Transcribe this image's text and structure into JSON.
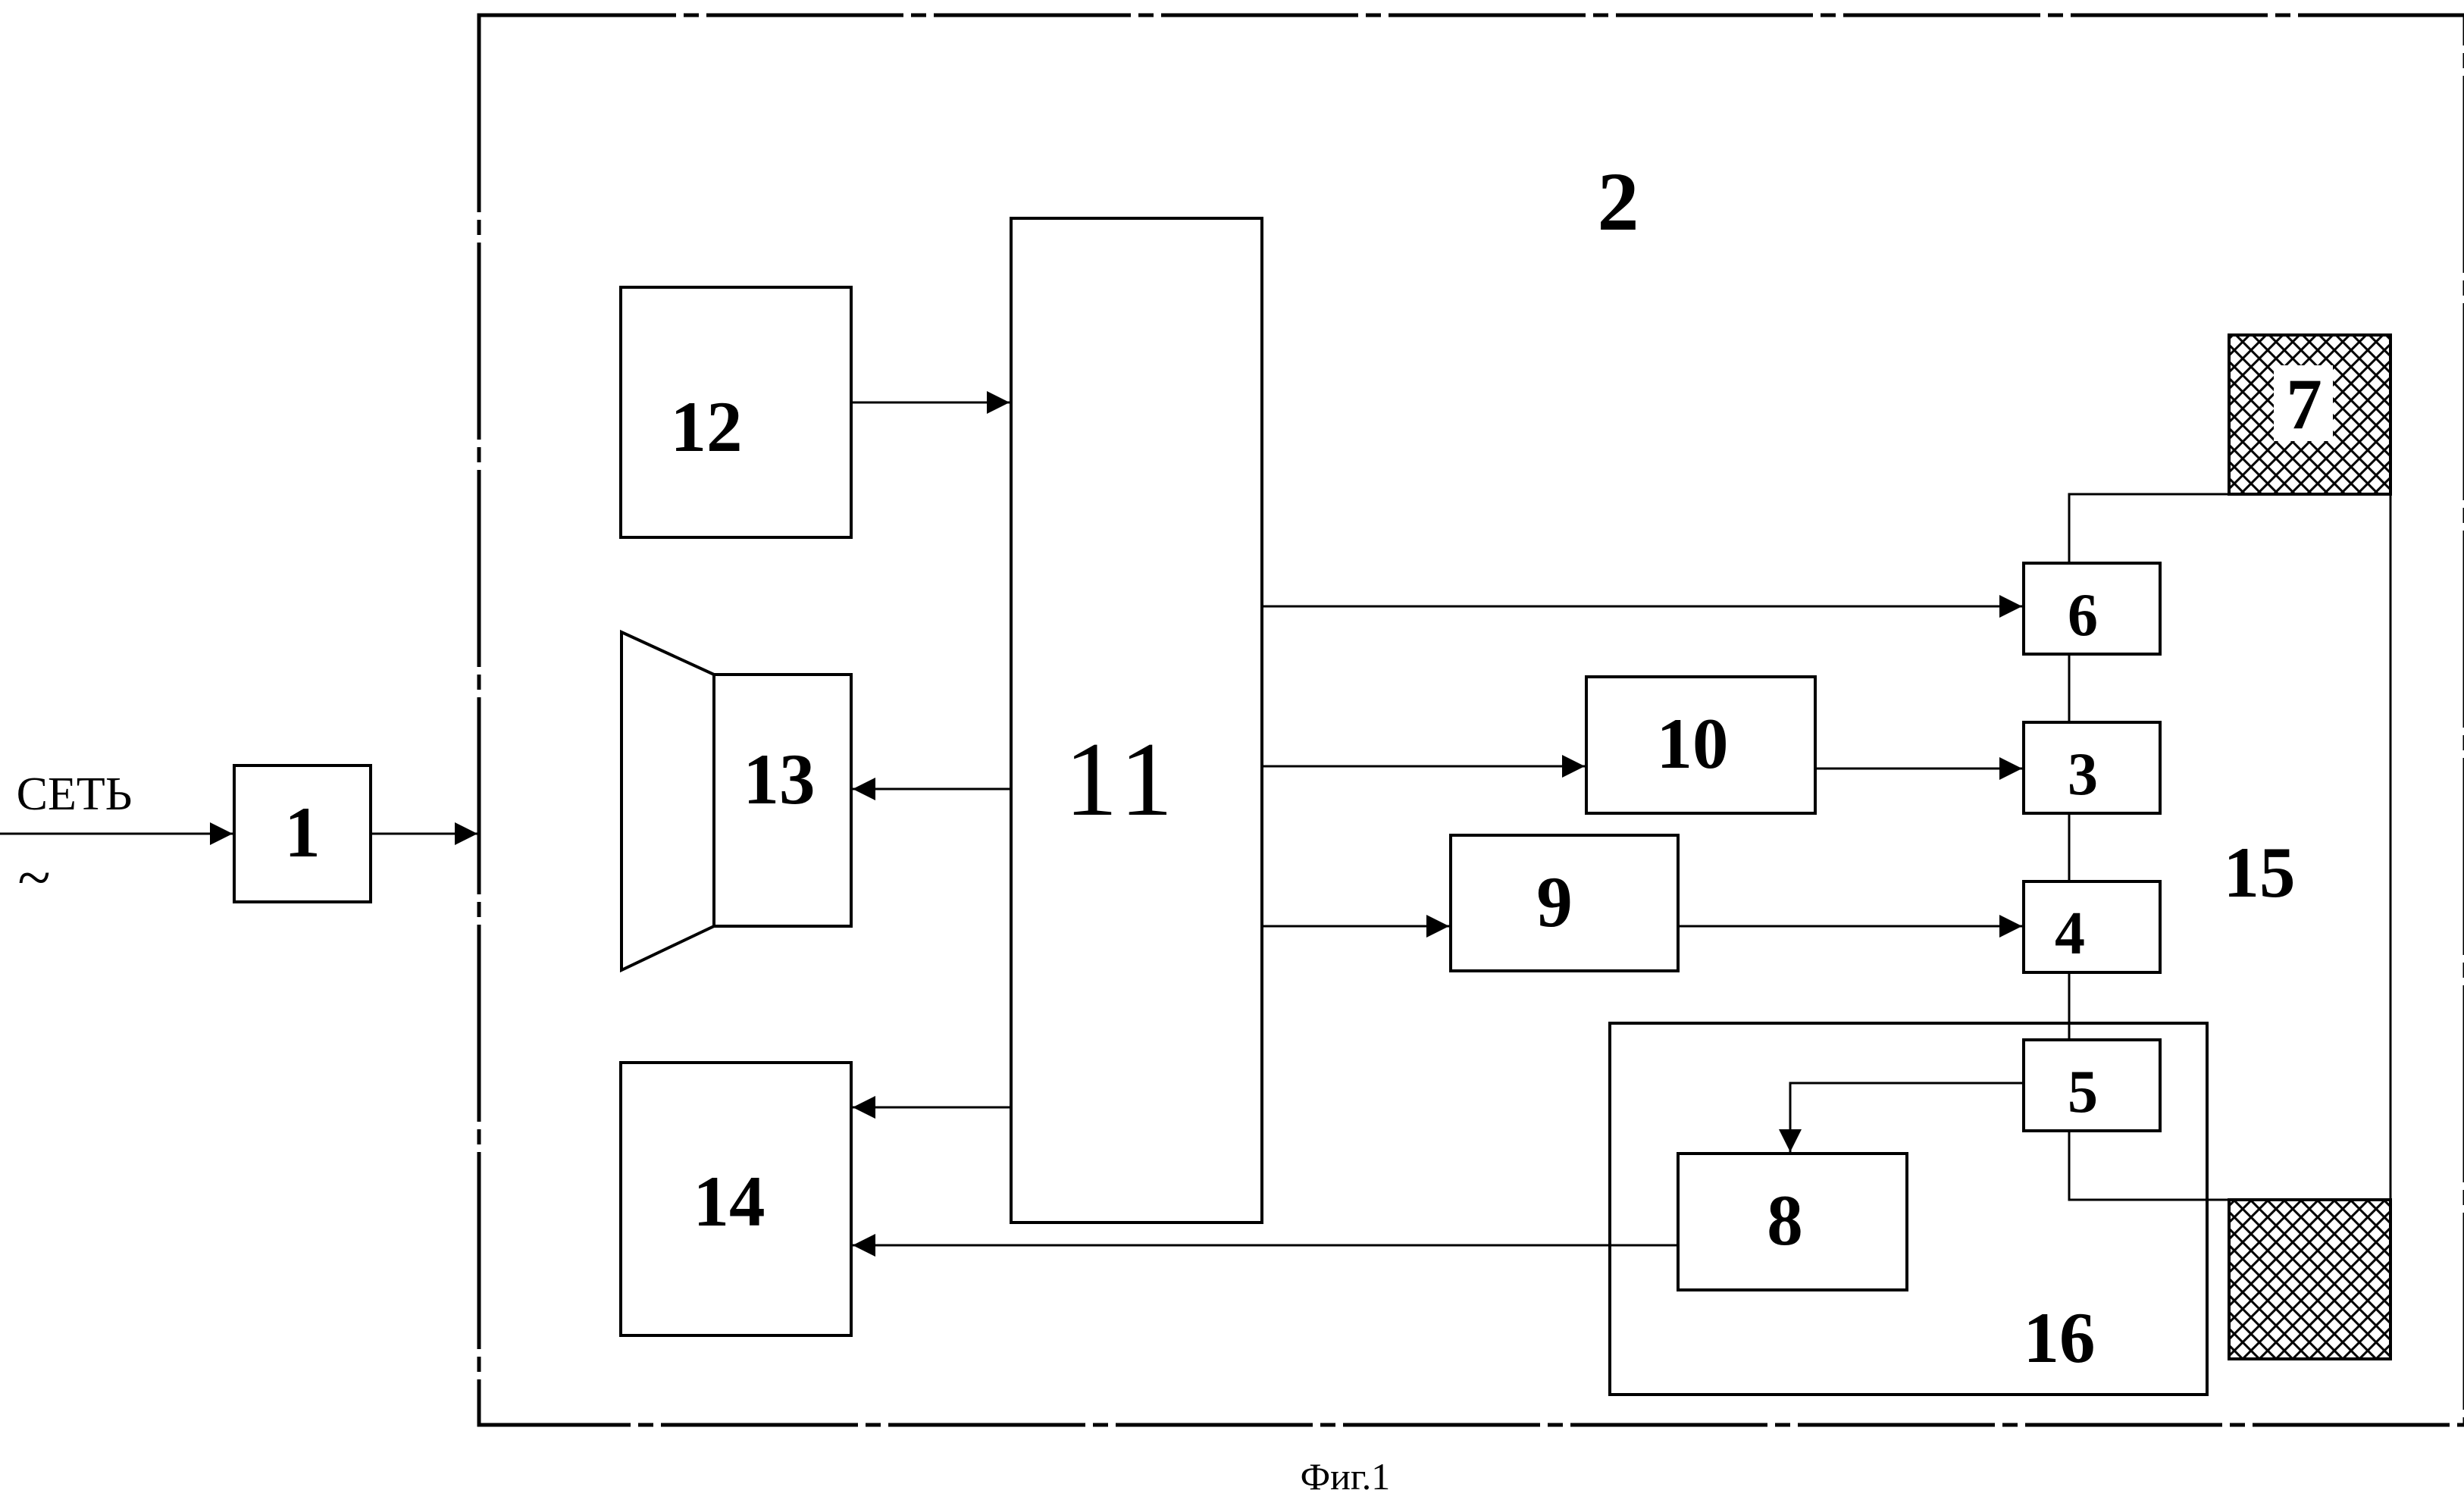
{
  "diagram": {
    "input_label": "СЕТЬ",
    "ac_symbol": "~",
    "caption": "Фиг.1",
    "blocks": {
      "b1": "1",
      "b2": "2",
      "b3": "3",
      "b4": "4",
      "b5": "5",
      "b6": "6",
      "b7": "7",
      "b8": "8",
      "b9": "9",
      "b10": "10",
      "b11": "11",
      "b12": "12",
      "b13": "13",
      "b14": "14",
      "b15": "15",
      "b16": "16"
    }
  }
}
